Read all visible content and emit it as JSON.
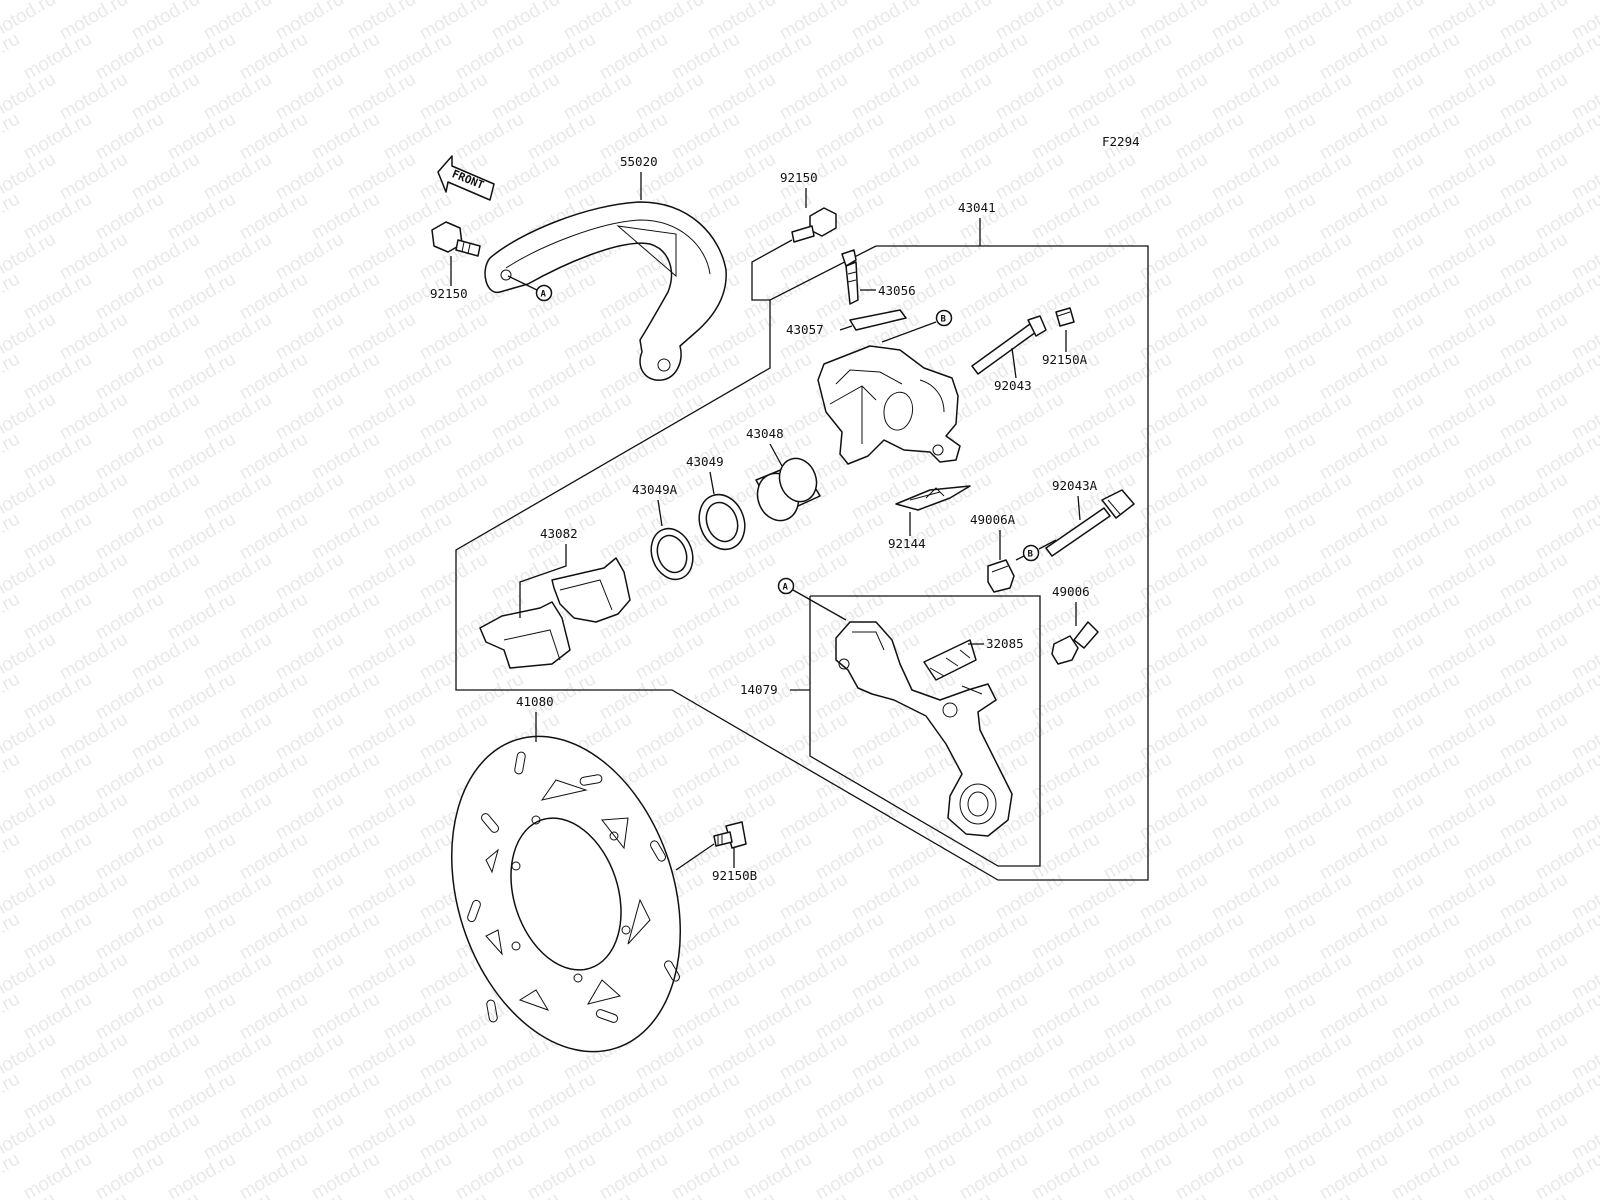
{
  "diagram": {
    "figure_code": "F2294",
    "front_label": "FRONT",
    "watermark_text": "motod.ru",
    "refs": {
      "a": "A",
      "b": "B"
    },
    "parts": {
      "p55020": "55020",
      "p92150_left": "92150",
      "p92150_top": "92150",
      "p43041": "43041",
      "p43056": "43056",
      "p43057": "43057",
      "p92150A": "92150A",
      "p92043": "92043",
      "p43048": "43048",
      "p43049": "43049",
      "p43049A": "43049A",
      "p43082": "43082",
      "p92144": "92144",
      "p92043A": "92043A",
      "p49006A": "49006A",
      "p49006": "49006",
      "p32085": "32085",
      "p14079": "14079",
      "p41080": "41080",
      "p92150B": "92150B"
    }
  }
}
